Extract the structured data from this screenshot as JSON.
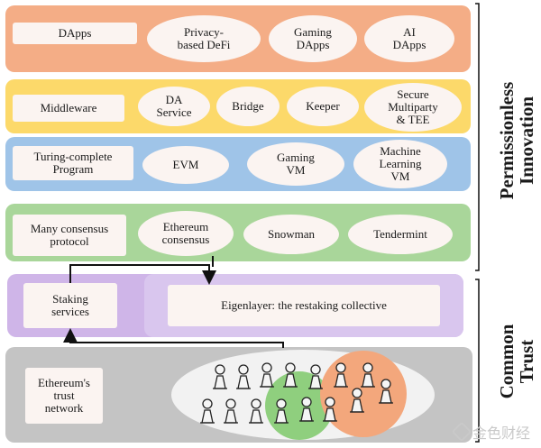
{
  "layers": {
    "dapps": {
      "label": "DApps",
      "items": [
        "Privacy-\nbased DeFi",
        "Gaming\nDApps",
        "AI\nDApps"
      ]
    },
    "middleware": {
      "label": "Middleware",
      "items": [
        "DA\nService",
        "Bridge",
        "Keeper",
        "Secure\nMultiparty\n& TEE"
      ]
    },
    "execution": {
      "label": "Turing-complete\nProgram",
      "items": [
        "EVM",
        "Gaming\nVM",
        "Machine\nLearning\nVM"
      ]
    },
    "consensus": {
      "label": "Many consensus\nprotocol",
      "items": [
        "Ethereum\nconsensus",
        "Snowman",
        "Tendermint"
      ]
    },
    "restaking": {
      "label": "Staking\nservices",
      "eigenlayer": "Eigenlayer: the restaking collective"
    },
    "trust": {
      "label": "Ethereum's\ntrust\nnetwork"
    }
  },
  "side_labels": {
    "permissionless": "Permissionless\nInnovation",
    "common_trust": "Common\nTrust"
  },
  "watermark": "金色财经",
  "colors": {
    "dapps_band": "#f4ad86",
    "middleware_band": "#fcd96a",
    "execution_band": "#9fc4e8",
    "consensus_band": "#a9d69a",
    "restaking_band": "#cfb5e8",
    "trust_band": "#c4c4c4",
    "green_circle": "#8fcf7e",
    "orange_circle": "#f3a77c",
    "box_fill": "#fbf4f1"
  }
}
